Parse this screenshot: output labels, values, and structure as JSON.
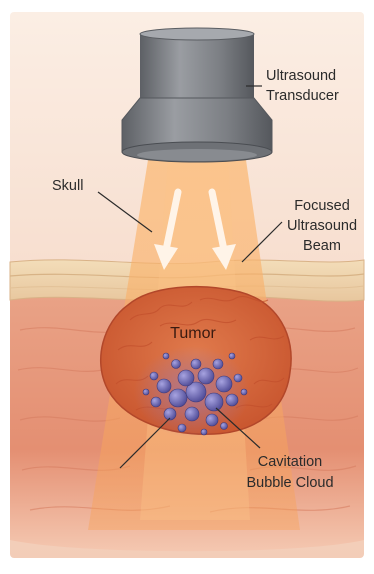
{
  "labels": {
    "transducer_line1": "Ultrasound",
    "transducer_line2": "Transducer",
    "skull": "Skull",
    "beam_line1": "Focused",
    "beam_line2": "Ultrasound",
    "beam_line3": "Beam",
    "tumor": "Tumor",
    "cavitation_line1": "Cavitation",
    "cavitation_line2": "Bubble Cloud"
  },
  "colors": {
    "background": "#f6d8c6",
    "skull": "#f0d6b0",
    "brain_tissue": "#e89a7c",
    "tumor": "#d96a3e",
    "beam": "#f7a55c",
    "transducer": "#7a7d82",
    "bubbles": "#6a66b0"
  }
}
